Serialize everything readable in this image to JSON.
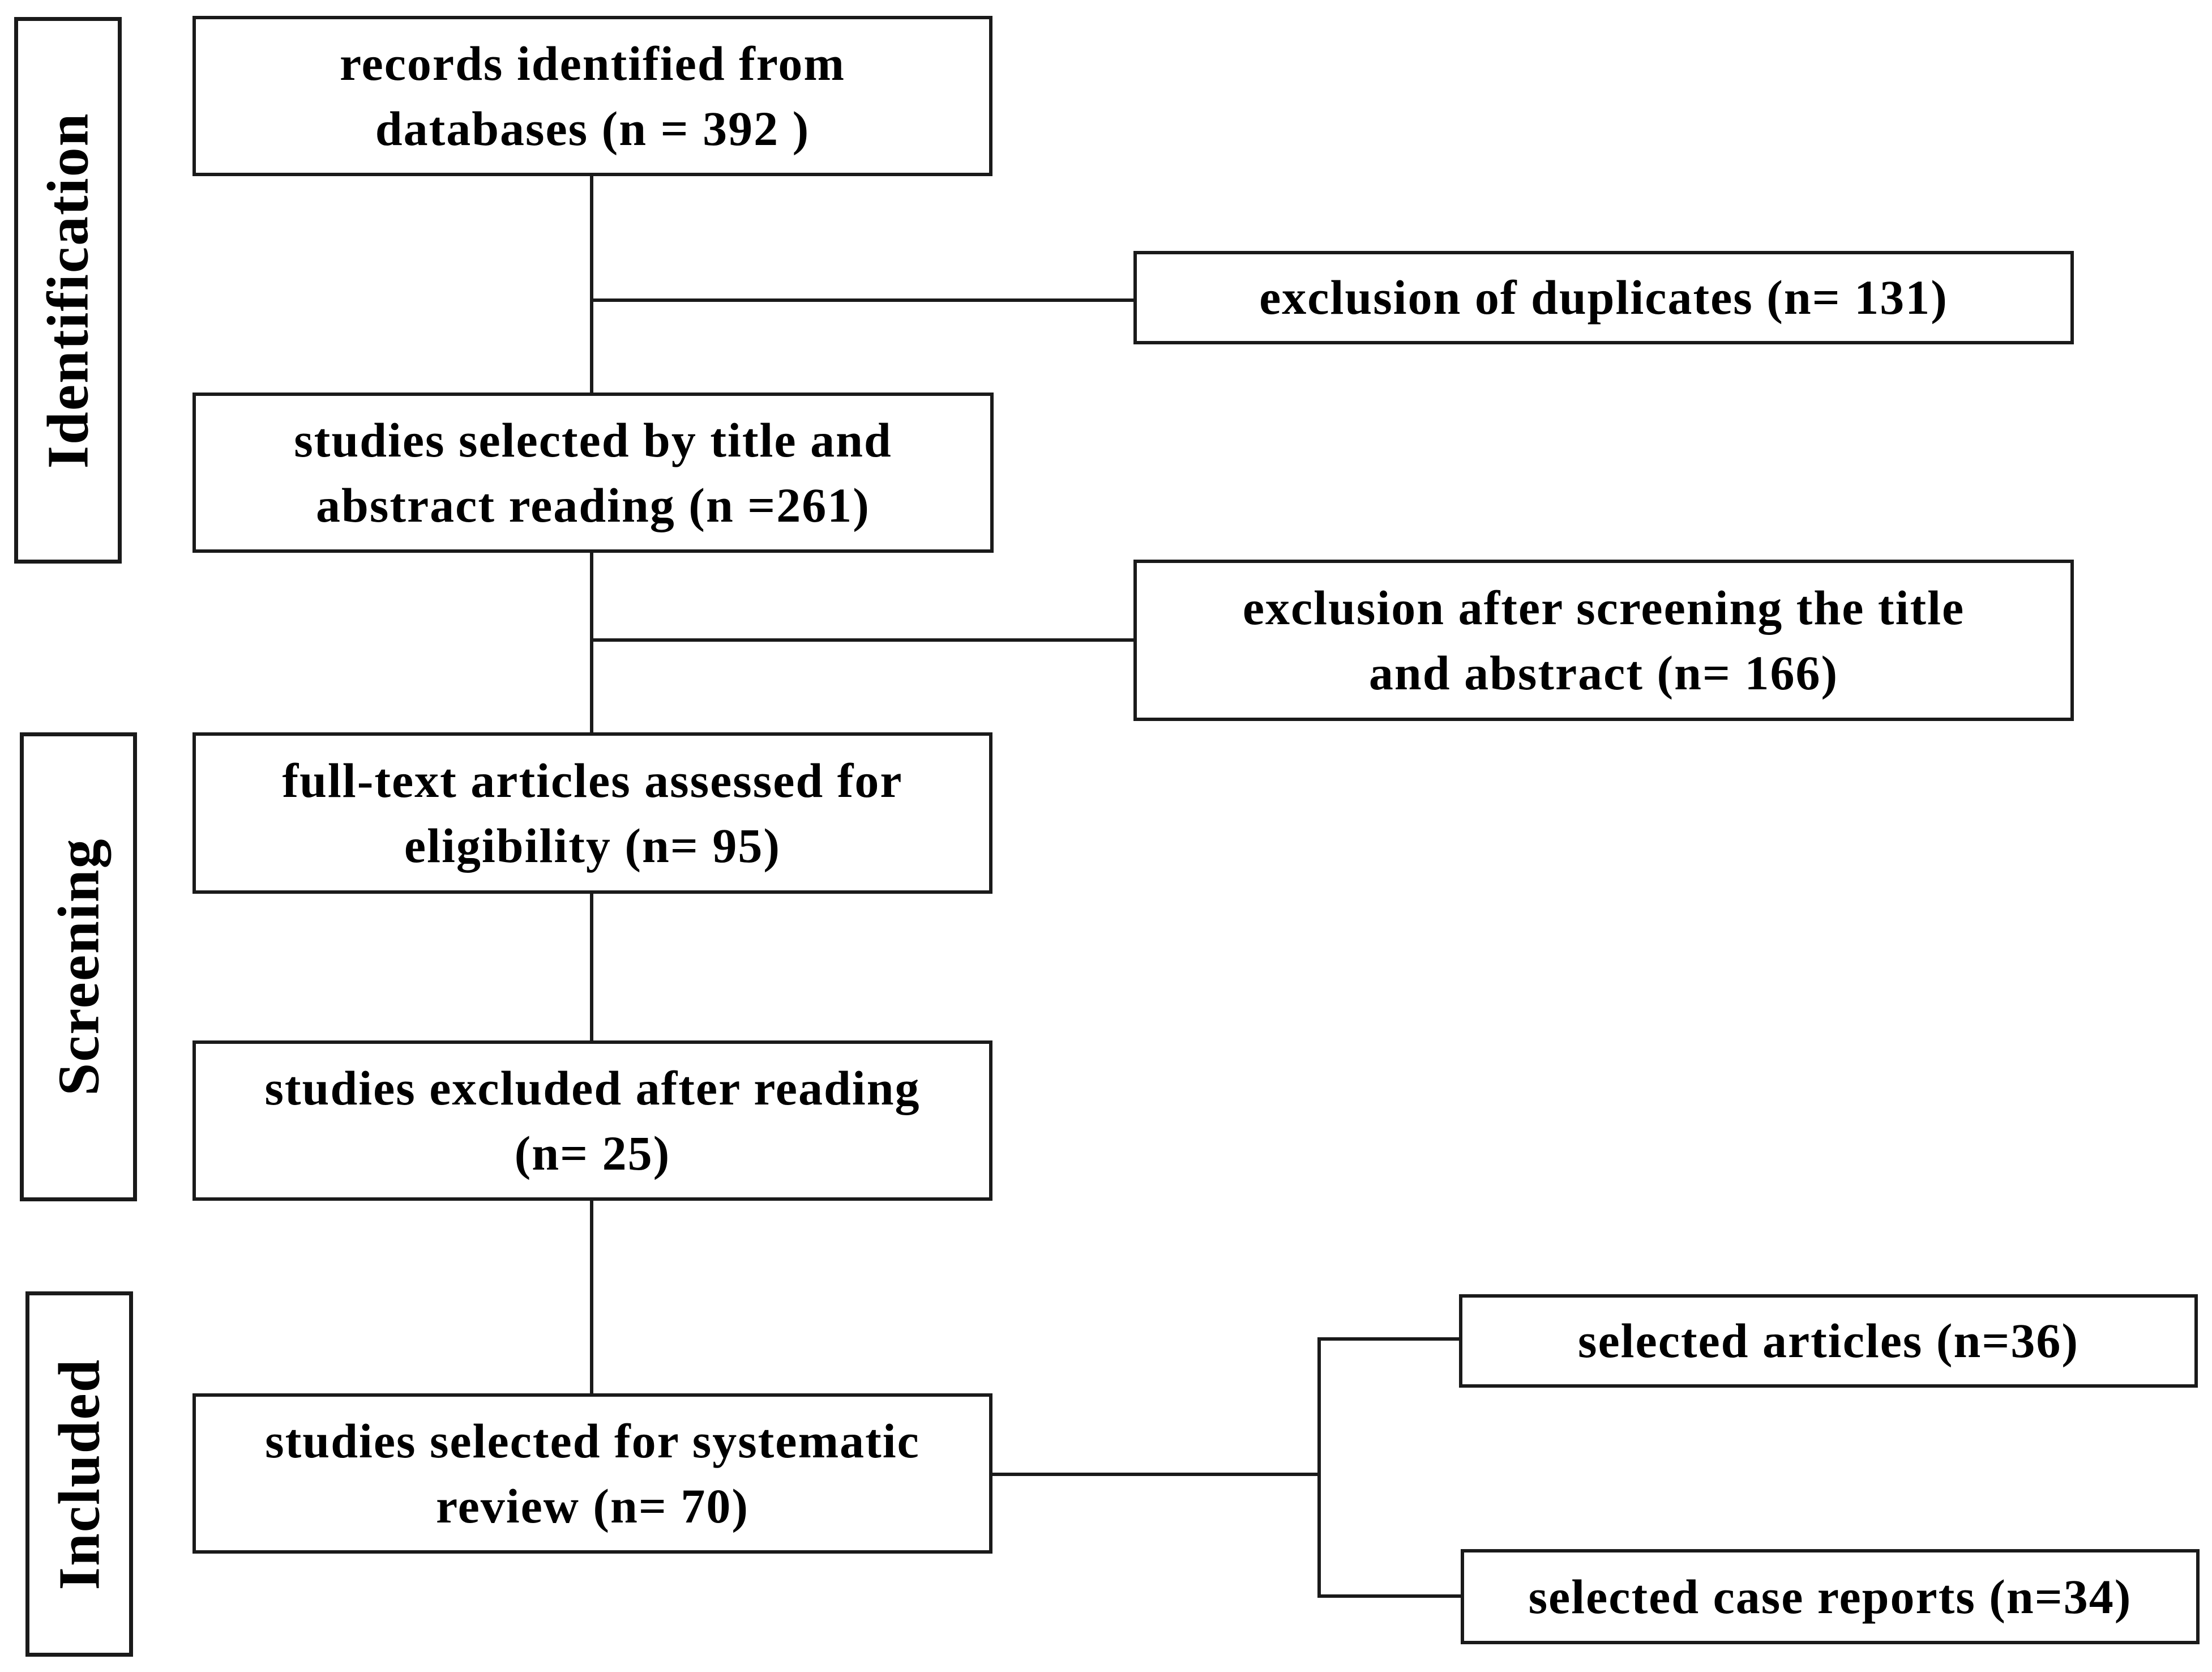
{
  "phases": {
    "identification": "Identification",
    "screening": "Screening",
    "included": "Included"
  },
  "boxes": {
    "records": {
      "line1": "records identified from",
      "line2": "databases (n = 392 )"
    },
    "duplicates": {
      "line1": "exclusion of duplicates (n= 131)"
    },
    "title_abstract": {
      "line1": "studies selected by title and",
      "line2": "abstract reading (n =261)"
    },
    "excluded_screening": {
      "line1": "exclusion after screening the title",
      "line2": "and abstract (n= 166)"
    },
    "full_text": {
      "line1": "full-text articles assessed for",
      "line2": "eligibility (n= 95)"
    },
    "excluded_reading": {
      "line1": "studies excluded after reading",
      "line2": "(n= 25)"
    },
    "systematic_review": {
      "line1": "studies selected for systematic",
      "line2": "review (n= 70)"
    },
    "articles": {
      "line1": "selected articles (n=36)"
    },
    "case_reports": {
      "line1": "selected case reports (n=34)"
    }
  },
  "colors": {
    "stroke": "#1a1a1a",
    "background": "#ffffff"
  }
}
